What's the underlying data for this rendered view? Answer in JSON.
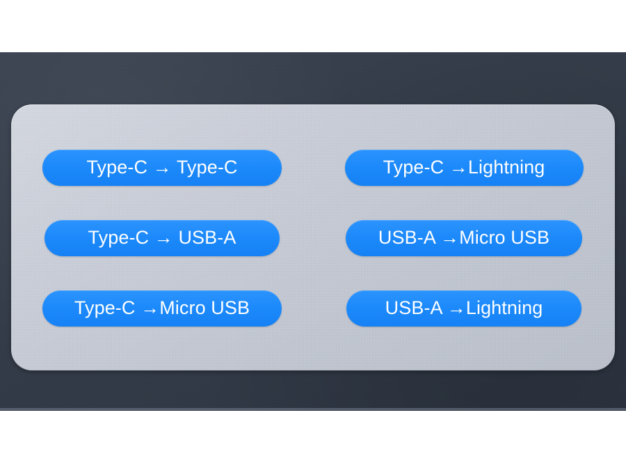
{
  "background": {
    "top_band_color": "#ffffff",
    "slate_color": "#343c49",
    "bottom_band_color": "#ffffff"
  },
  "card": {
    "name": "cable-connector-options-card",
    "surface_color": "#c8ccd6"
  },
  "pills": {
    "accent_color": "#1c89fb",
    "text_color": "#ffffff",
    "arrow_glyph": "→",
    "rows": [
      {
        "left": {
          "label": "Type-C → Type-C",
          "from": "Type-C",
          "to": "Type-C"
        },
        "right": {
          "label": "Type-C →Lightning",
          "from": "Type-C",
          "to": "Lightning"
        }
      },
      {
        "left": {
          "label": "Type-C → USB-A",
          "from": "Type-C",
          "to": "USB-A"
        },
        "right": {
          "label": "USB-A →Micro USB",
          "from": "USB-A",
          "to": "Micro USB"
        }
      },
      {
        "left": {
          "label": "Type-C →Micro USB",
          "from": "Type-C",
          "to": "Micro USB"
        },
        "right": {
          "label": "USB-A →Lightning",
          "from": "USB-A",
          "to": "Lightning"
        }
      }
    ]
  }
}
